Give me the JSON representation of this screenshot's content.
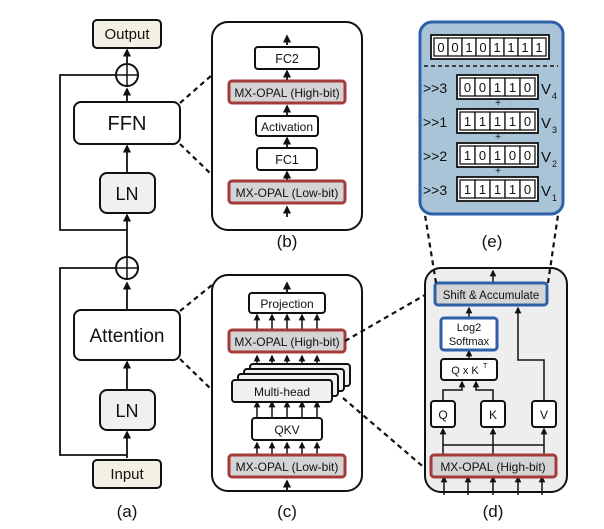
{
  "colors": {
    "io_fill": "#f4f0e4",
    "ln_fill": "#eef0f1",
    "mx_fill": "#d4d4d4",
    "mx_border": "#a53a3a",
    "panel_fill": "#eeeeee",
    "bits_panel_fill": "#a9c4d6",
    "blue_border": "#2f5fa8"
  },
  "panel_a": {
    "output": "Output",
    "ffn": "FFN",
    "ln_top": "LN",
    "attention": "Attention",
    "ln_bottom": "LN",
    "input": "Input",
    "caption": "(a)"
  },
  "panel_b": {
    "fc2": "FC2",
    "mx_high": "MX-OPAL (High-bit)",
    "activation": "Activation",
    "fc1": "FC1",
    "mx_low": "MX-OPAL (Low-bit)",
    "caption": "(b)"
  },
  "panel_c": {
    "projection": "Projection",
    "mx_high": "MX-OPAL (High-bit)",
    "multihead": "Multi-head",
    "qkv": "QKV",
    "mx_low": "MX-OPAL (Low-bit)",
    "caption": "(c)"
  },
  "panel_d": {
    "shift_acc": "Shift & Accumulate",
    "log2_line1": "Log2",
    "log2_line2": "Softmax",
    "qk_base": "Q x K",
    "qk_sup": "T",
    "q": "Q",
    "k": "K",
    "v": "V",
    "mx_high": "MX-OPAL (High-bit)",
    "caption": "(d)"
  },
  "panel_e": {
    "top_bits": [
      "0",
      "0",
      "1",
      "0",
      "1",
      "1",
      "1",
      "1"
    ],
    "rows": [
      {
        "shift": ">>3",
        "bits": [
          "0",
          "0",
          "1",
          "1",
          "0"
        ],
        "v": "V",
        "sub": "4"
      },
      {
        "shift": ">>1",
        "bits": [
          "1",
          "1",
          "1",
          "1",
          "0"
        ],
        "v": "V",
        "sub": "3"
      },
      {
        "shift": ">>2",
        "bits": [
          "1",
          "0",
          "1",
          "0",
          "0"
        ],
        "v": "V",
        "sub": "2"
      },
      {
        "shift": ">>3",
        "bits": [
          "1",
          "1",
          "1",
          "1",
          "0"
        ],
        "v": "V",
        "sub": "1"
      }
    ],
    "plus": "+",
    "caption": "(e)"
  }
}
